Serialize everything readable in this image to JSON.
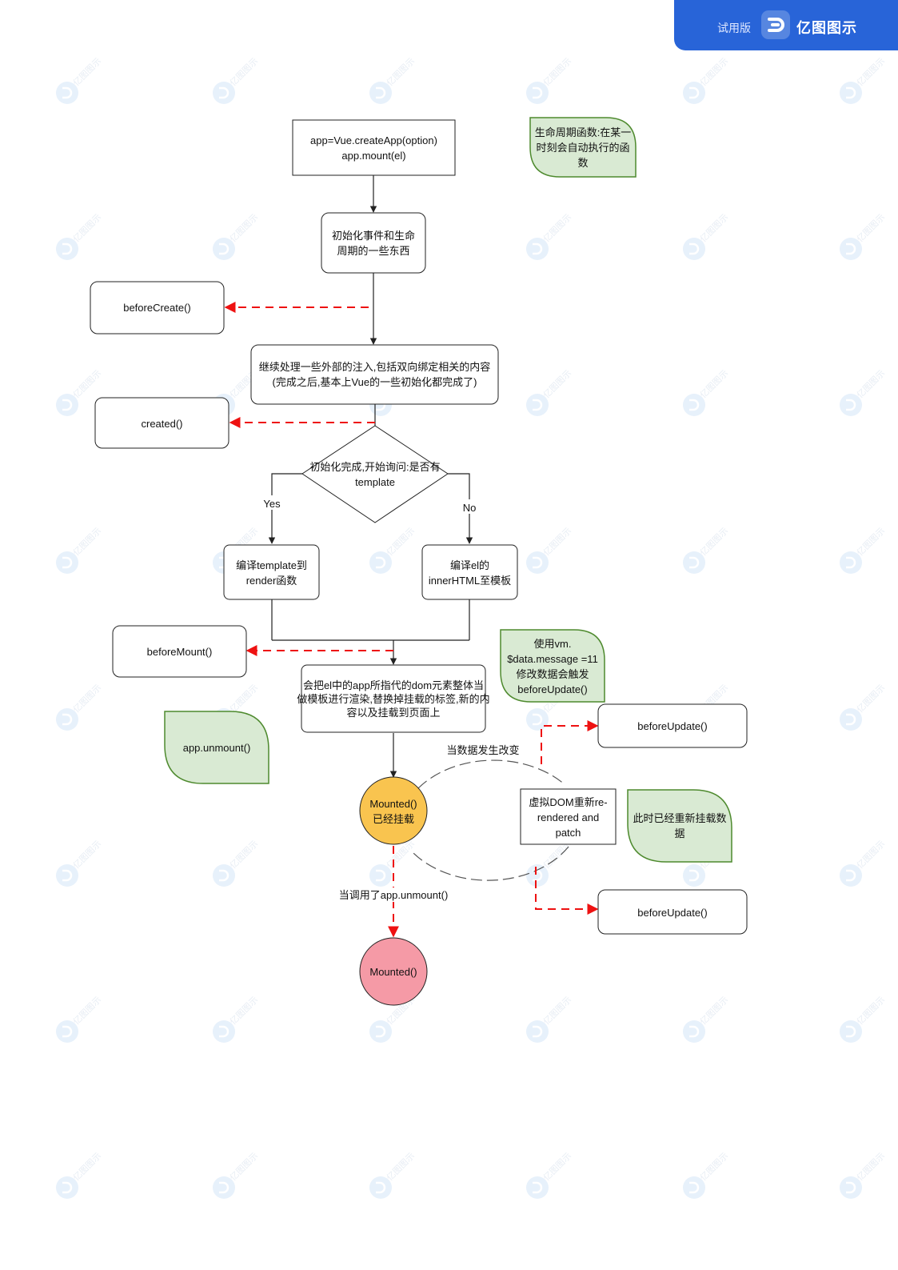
{
  "banner": {
    "trial_label": "试用版",
    "brand": "亿图图示",
    "logo_icon": "edraw-logo-icon",
    "color": "#2864d8"
  },
  "colors": {
    "note_fill": "#d9ead3",
    "note_border": "#4e8a2e",
    "mounted_fill": "#f9c44f",
    "unmounted_fill": "#f59aa6",
    "hook_arrow": "#ee1111",
    "line": "#222222"
  },
  "nodes": {
    "create_app": [
      "app=Vue.createApp(option)",
      "app.mount(el)"
    ],
    "init_events": [
      "初始化事件和生命",
      "周期的一些东西"
    ],
    "before_create": [
      "beforeCreate()"
    ],
    "inject": [
      "继续处理一些外部的注入,包括双向绑定相关的内容",
      "(完成之后,基本上Vue的一些初始化都完成了)"
    ],
    "created": [
      "created()"
    ],
    "decision": [
      "初始化完成,开始询问:是否有",
      "template"
    ],
    "compile_template": [
      "编译template到",
      "render函数"
    ],
    "compile_el": [
      "编译el的",
      "innerHTML至模板"
    ],
    "before_mount": [
      "beforeMount()"
    ],
    "render_dom": [
      "会把el中的app所指代的dom元素整体当",
      "做模板进行渲染,替换掉挂载的标签,新的内",
      "容以及挂载到页面上"
    ],
    "mounted": [
      "Mounted()",
      "已经挂载"
    ],
    "unmounted": [
      "Mounted()"
    ],
    "vdom": [
      "虚拟DOM重新re-",
      "rendered and",
      "patch"
    ],
    "before_update_1": [
      "beforeUpdate()"
    ],
    "before_update_2": [
      "beforeUpdate()"
    ]
  },
  "notes": {
    "lifecycle": [
      "生命周期函数:在某一",
      "时刻会自动执行的函",
      "数"
    ],
    "vm_message": [
      "使用vm.",
      "$data.message =11",
      "修改数据会触发",
      "beforeUpdate()"
    ],
    "app_unmount": [
      "app.unmount()"
    ],
    "remounted": [
      "此时已经重新挂载数",
      "据"
    ]
  },
  "edge_labels": {
    "yes": "Yes",
    "no": "No",
    "data_change": "当数据发生改变",
    "call_unmount": "当调用了app.unmount()"
  },
  "watermark": {
    "text": "亿图图示",
    "icon": "edraw-watermark-icon"
  }
}
